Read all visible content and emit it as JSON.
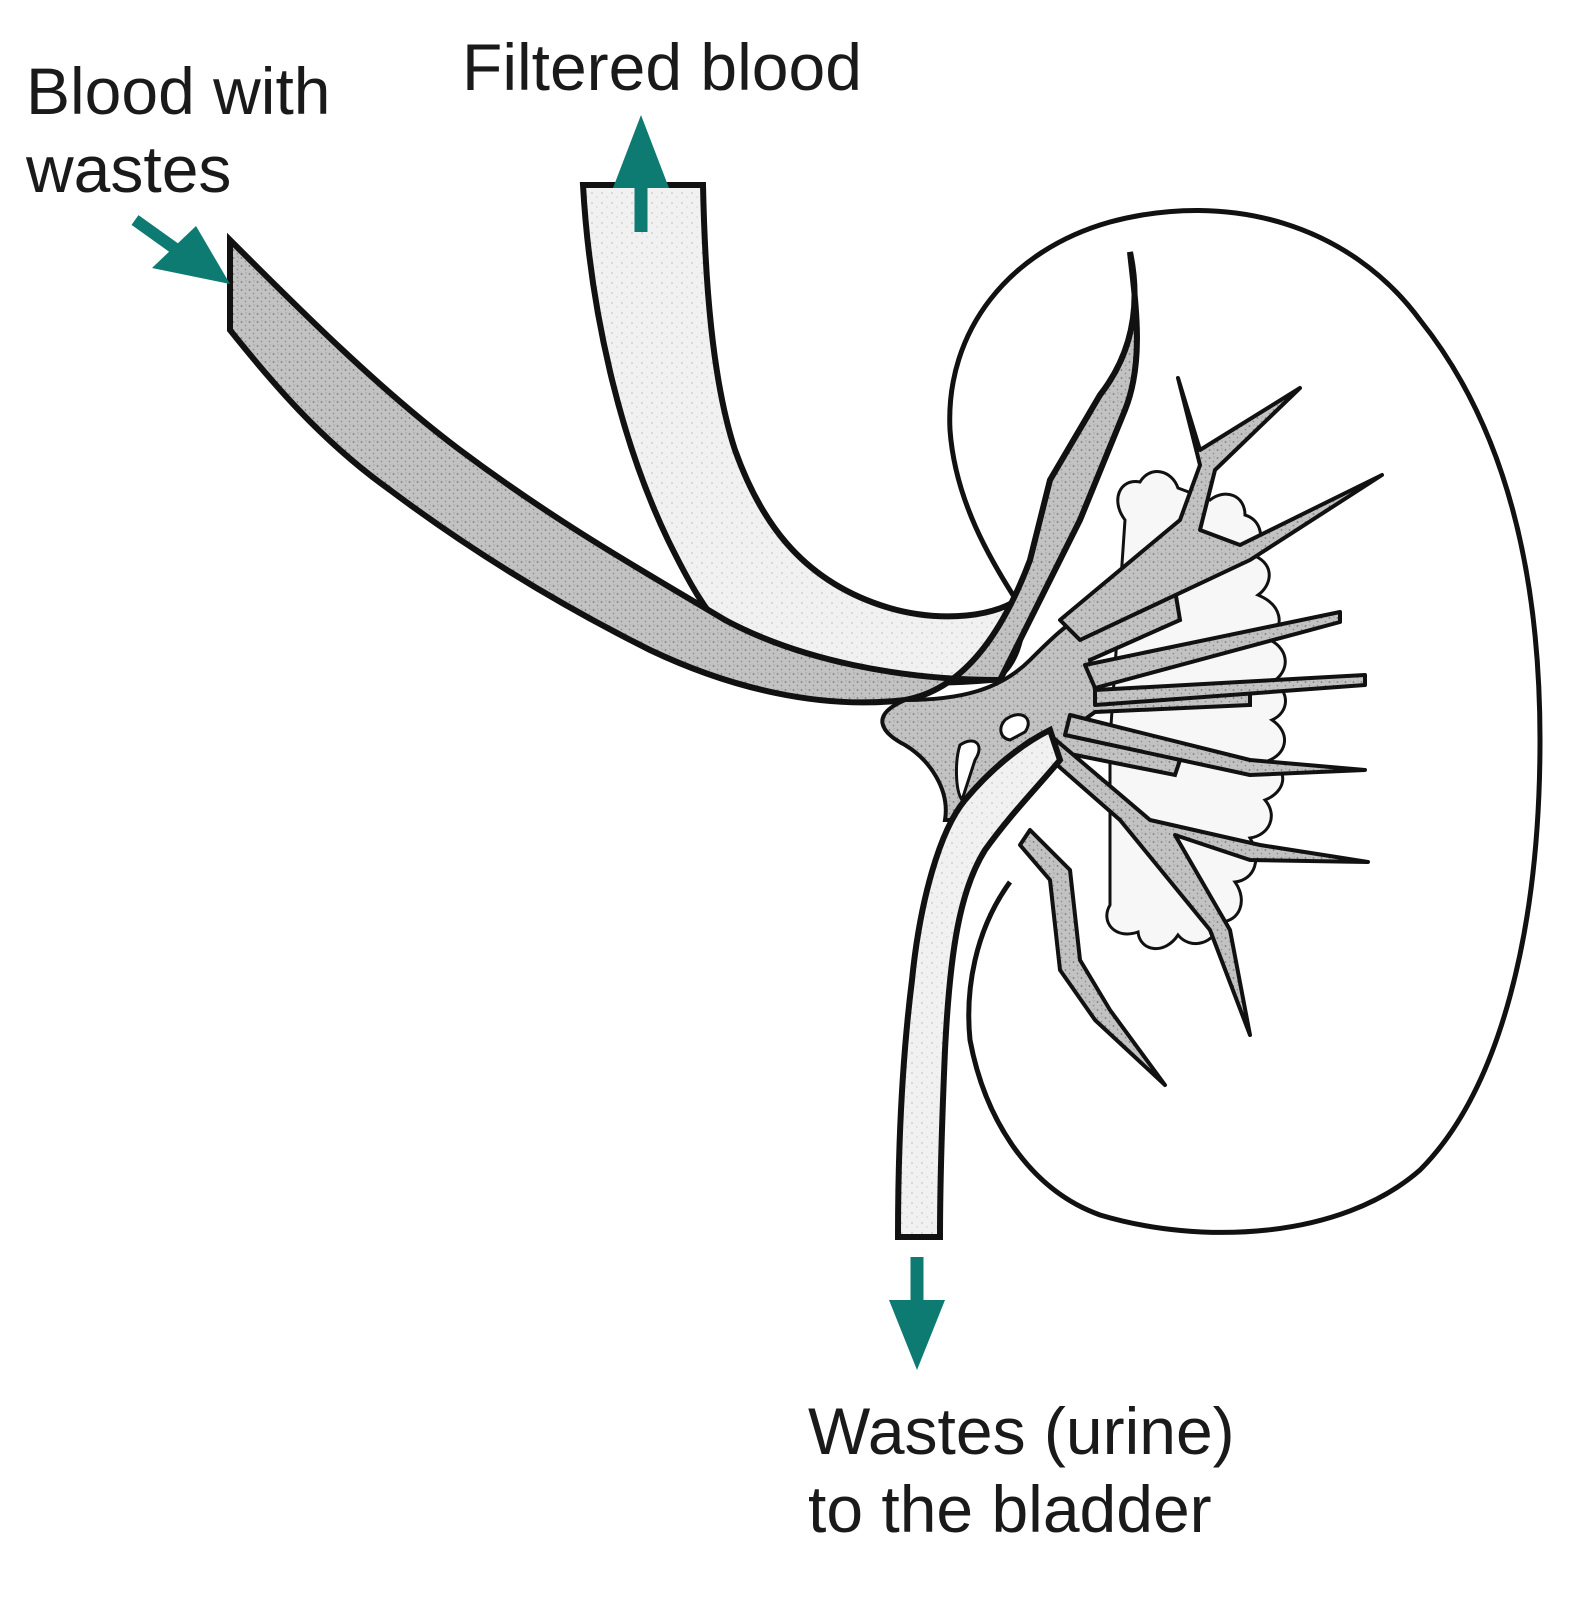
{
  "labels": {
    "blood_in": {
      "line1": "Blood with",
      "line2": "wastes"
    },
    "blood_out": "Filtered blood",
    "urine_out": {
      "line1": "Wastes (urine)",
      "line2": "to the bladder"
    }
  },
  "colors": {
    "arrow": "#0e7b73",
    "outline": "#111111",
    "artery_fill": "#bdbdbd",
    "vein_fill": "#ececec",
    "ureter_fill": "#dcdcdc",
    "background": "#ffffff"
  },
  "icons": {
    "arrow_in": "arrow-down-right-icon",
    "arrow_out": "arrow-up-icon",
    "arrow_urine": "arrow-down-icon"
  }
}
